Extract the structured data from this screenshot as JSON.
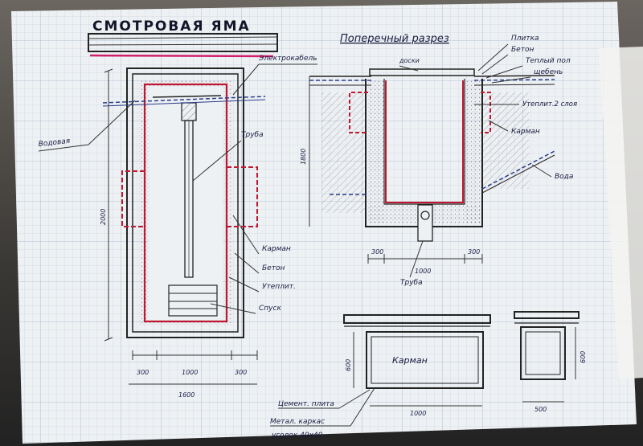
{
  "titles": {
    "main": "СМОТРОВАЯ   ЯМА",
    "cross_section": "Поперечный разрез"
  },
  "plan_labels": {
    "water": "Водовая",
    "cable": "Электрокабель",
    "pipe": "Труба",
    "pocket": "Карман",
    "concrete": "Бетон",
    "insulation": "Утеплит.",
    "descent": "Спуск"
  },
  "plan_dims": {
    "height": "2000",
    "left": "300",
    "middle": "1000",
    "right": "300",
    "total": "1600"
  },
  "section_labels": {
    "boards": "доски",
    "tile": "Плитка",
    "concrete": "Бетон",
    "warm_floor": "Теплый пол",
    "gravel": "щебень",
    "insulation": "Утеплит.2 слоя",
    "pocket": "Карман",
    "water": "Вода",
    "pipe": "Труба"
  },
  "section_dims": {
    "height": "1800",
    "left": "300",
    "middle": "1000",
    "right": "300"
  },
  "pocket_detail": {
    "label": "Карман",
    "height_a": "600",
    "width": "1000",
    "height_b": "600",
    "depth": "500",
    "cement_board": "Цемент. плита",
    "metal_frame": "Метал. каркас",
    "angle": "уголок 40х40"
  }
}
